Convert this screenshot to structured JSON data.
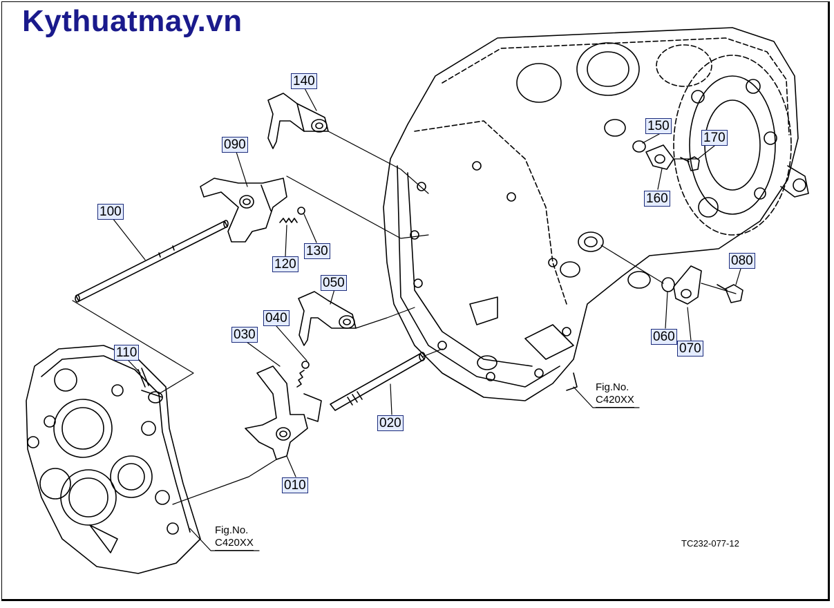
{
  "brand": {
    "name": "Kythuatmay.vn",
    "color": "#1a1a8c"
  },
  "callouts": [
    {
      "label": "140"
    },
    {
      "label": "090"
    },
    {
      "label": "100"
    },
    {
      "label": "120"
    },
    {
      "label": "130"
    },
    {
      "label": "050"
    },
    {
      "label": "040"
    },
    {
      "label": "030"
    },
    {
      "label": "110"
    },
    {
      "label": "020"
    },
    {
      "label": "010"
    },
    {
      "label": "150"
    },
    {
      "label": "170"
    },
    {
      "label": "160"
    },
    {
      "label": "080"
    },
    {
      "label": "060"
    },
    {
      "label": "070"
    }
  ],
  "figure_refs": [
    {
      "title": "Fig.No.",
      "number": "C420XX"
    },
    {
      "title": "Fig.No.",
      "number": "C420XX"
    }
  ],
  "drawing_id": "TC232-077-12",
  "colors": {
    "callout_fill": "#e4ecff",
    "callout_border": "#1a2a7a",
    "line": "#000000"
  }
}
